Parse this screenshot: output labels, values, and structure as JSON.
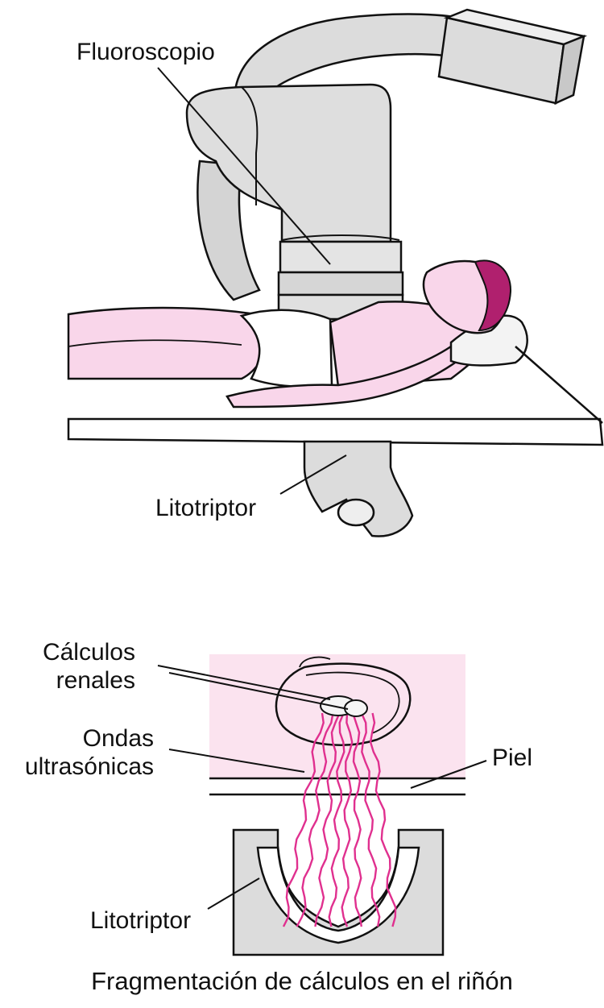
{
  "labels": {
    "fluoroscope": "Fluoroscopio",
    "lithotripter_top": "Litotriptor",
    "stones_line1": "Cálculos",
    "stones_line2": "renales",
    "waves_line1": "Ondas",
    "waves_line2": "ultrasónicas",
    "skin": "Piel",
    "lithotripter_bottom": "Litotriptor"
  },
  "caption": "Fragmentación de cálculos en el riñón",
  "colors": {
    "skin_pink": "#f9d6ea",
    "wave_magenta": "#e0308f",
    "machine_gray": "#dcdcdc",
    "panel_pink": "#fbe3ef",
    "hair_magenta": "#b0206e"
  }
}
